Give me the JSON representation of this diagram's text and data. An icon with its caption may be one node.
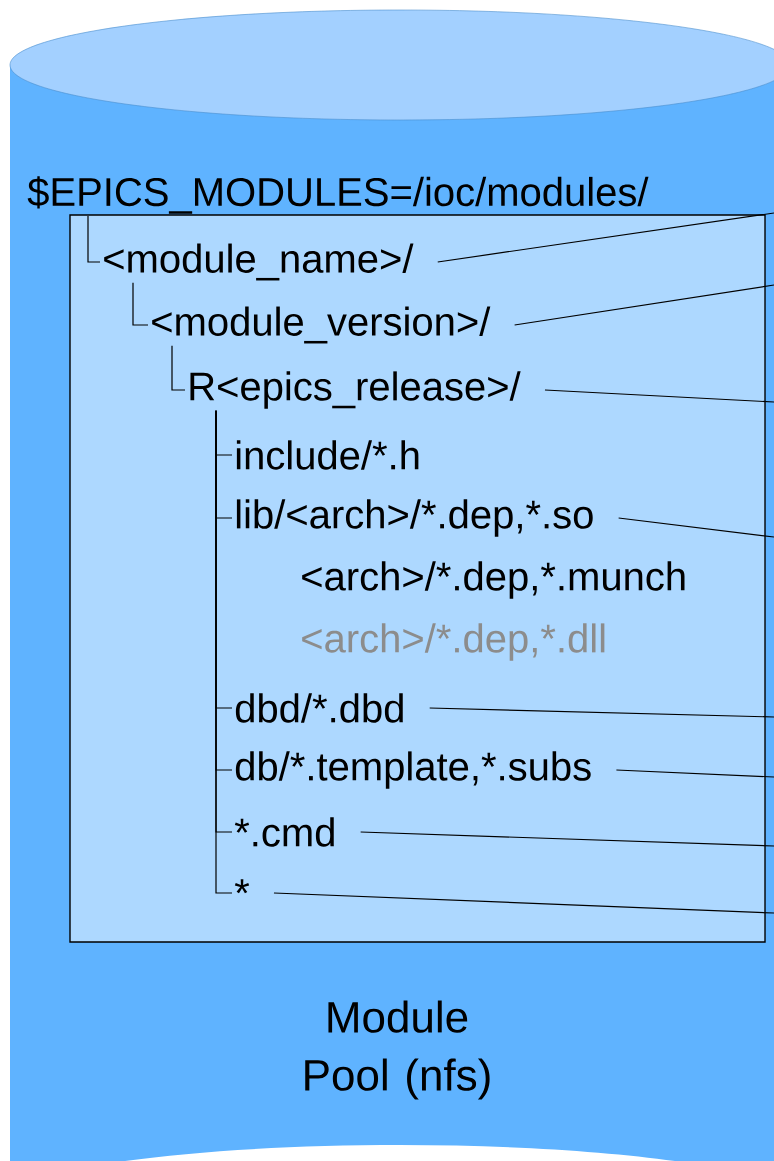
{
  "diagram": {
    "nodes": [
      {
        "text": [
          "Module Pool (nfs)"
        ]
      },
      {
        "text": [],
        "shape": "box",
        "in": 0
      },
      {
        "text": [
          "$EPICS_MODULES=/ioc/modules/"
        ],
        "in": 0
      },
      {
        "text": [
          "<module_name>/"
        ],
        "in": 1
      },
      {
        "text": [
          "<module_version>/"
        ],
        "in": 1
      },
      {
        "text": [
          "R<epics_release>/"
        ],
        "in": 1
      },
      {
        "text": [
          "include/*.h"
        ],
        "in": 1
      },
      {
        "text": [
          "lib/<arch>/*.dep,*.so"
        ],
        "in": 1
      },
      {
        "text": [
          "<arch>/*.dep,*.munch"
        ],
        "in": 1
      },
      {
        "text": [
          "<arch>/*.dep,*.dll"
        ],
        "in": 1
      },
      {
        "text": [
          "dbd/*.dbd"
        ],
        "in": 1
      },
      {
        "text": [
          "db/*.template,*.subs"
        ],
        "in": 1
      },
      {
        "text": [
          "*.cmd"
        ],
        "in": 1
      },
      {
        "text": [
          "*"
        ],
        "in": 1
      }
    ],
    "edges": [
      {
        "from": 2,
        "to": 3,
        "arrow": "none"
      },
      {
        "from": 3,
        "to": 4,
        "arrow": "none"
      },
      {
        "from": 4,
        "to": 5,
        "arrow": "none"
      },
      {
        "from": 5,
        "to": 6,
        "arrow": "none"
      },
      {
        "from": 5,
        "to": 7,
        "arrow": "none"
      },
      {
        "from": 5,
        "to": 10,
        "arrow": "none"
      },
      {
        "from": 5,
        "to": 11,
        "arrow": "none"
      },
      {
        "from": 5,
        "to": 12,
        "arrow": "none"
      },
      {
        "from": 5,
        "to": 13,
        "arrow": "none"
      },
      {
        "from": 3,
        "to": null,
        "arrow": "none"
      },
      {
        "from": 4,
        "to": null,
        "arrow": "none"
      },
      {
        "from": 5,
        "to": null,
        "arrow": "none"
      },
      {
        "from": 7,
        "to": null,
        "arrow": "none"
      },
      {
        "from": 10,
        "to": null,
        "arrow": "none"
      },
      {
        "from": 11,
        "to": null,
        "arrow": "none"
      },
      {
        "from": 12,
        "to": null,
        "arrow": "none"
      },
      {
        "from": 13,
        "to": null,
        "arrow": "none"
      }
    ]
  }
}
